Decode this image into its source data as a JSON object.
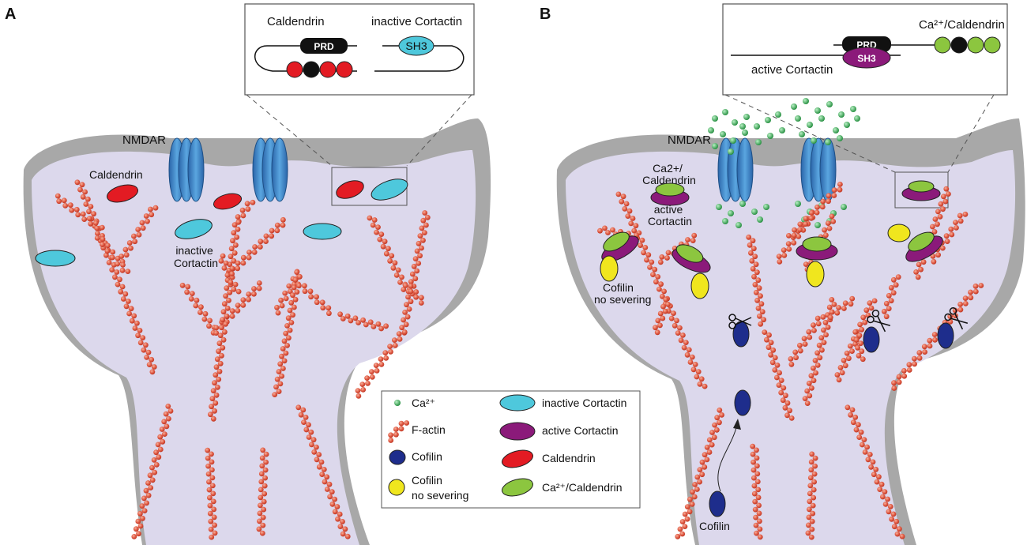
{
  "panels": {
    "a": {
      "letter": "A",
      "nmdar": "NMDAR",
      "caldendrin": "Caldendrin",
      "inactive_cortactin": [
        "inactive",
        "Cortactin"
      ],
      "inset": {
        "left_title": "Caldendrin",
        "right_title": "inactive Cortactin",
        "prd": "PRD",
        "sh3": "SH3"
      }
    },
    "b": {
      "letter": "B",
      "nmdar": "NMDAR",
      "complex": [
        "Ca2+/",
        "Caldendrin",
        "active",
        "Cortactin"
      ],
      "cofilin_no_severing": [
        "Cofilin",
        "no severing"
      ],
      "cofilin": "Cofilin",
      "inset": {
        "title": "Ca²⁺/Caldendrin",
        "active_cortactin": "active Cortactin",
        "prd": "PRD",
        "sh3": "SH3"
      }
    }
  },
  "legend": [
    {
      "symbol": "ca-dot",
      "label": "Ca²⁺"
    },
    {
      "symbol": "f-actin",
      "label": "F-actin"
    },
    {
      "symbol": "cofilin",
      "label": "Cofilin"
    },
    {
      "symbol": "cofilin-yellow",
      "label": "Cofilin"
    },
    {
      "symbol": "cofilin-yellow",
      "label": "no severing"
    },
    {
      "symbol": "inactive-cortactin",
      "label": "inactive Cortactin"
    },
    {
      "symbol": "active-cortactin",
      "label": "active Cortactin"
    },
    {
      "symbol": "caldendrin",
      "label": "Caldendrin"
    },
    {
      "symbol": "ca-caldendrin",
      "label": "Ca²⁺/Caldendrin"
    }
  ],
  "colors": {
    "cytoplasm": "#dcd8ec",
    "membrane": "#b4b4b4",
    "actin": "#e05a44",
    "nmdar": "#3c82c8",
    "caldendrin_red": "#e31b23",
    "ca_caldendrin_green": "#8cc63f",
    "inactive_cortactin": "#4ec8dc",
    "active_cortactin": "#8b1a7a",
    "cofilin": "#1e2d8c",
    "cofilin_no_severing": "#f0e61e",
    "calcium": "#2ea84a"
  }
}
